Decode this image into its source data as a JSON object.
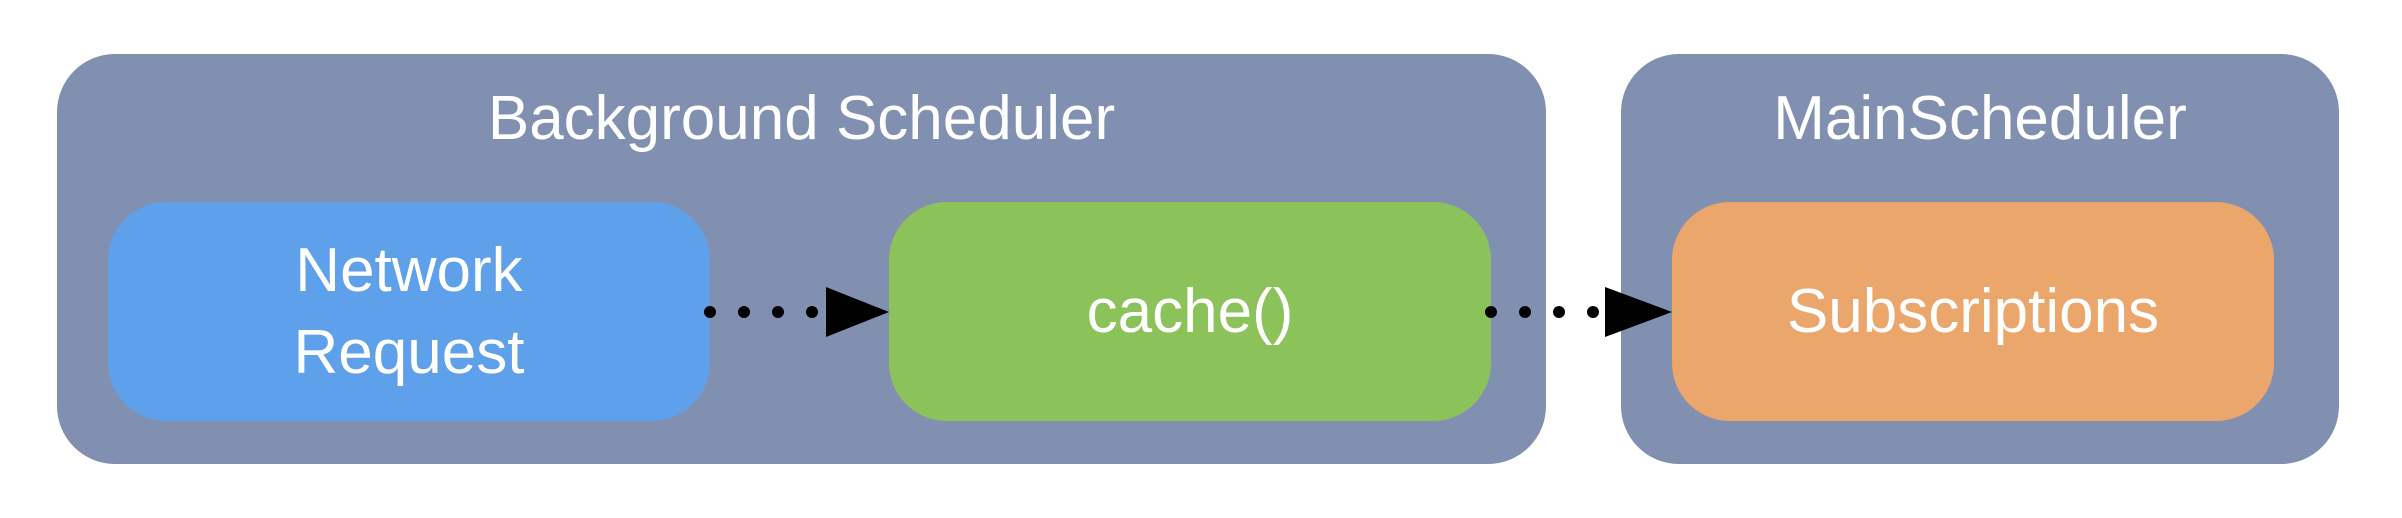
{
  "schedulers": [
    {
      "title": "Background Scheduler"
    },
    {
      "title": "MainScheduler"
    }
  ],
  "nodes": {
    "network": {
      "label": "Network\nRequest"
    },
    "cache": {
      "label": "cache()"
    },
    "subscriptions": {
      "label": "Subscriptions"
    }
  },
  "colors": {
    "scheduler_fill": "#8190B0",
    "network_fill": "#5FA0EA",
    "cache_fill": "#8BC25A",
    "subscriptions_fill": "#EBA66B",
    "text": "#ffffff",
    "connector": "#000000"
  },
  "edges": [
    {
      "from": "network",
      "to": "cache",
      "style": "dotted"
    },
    {
      "from": "cache",
      "to": "subscriptions",
      "style": "dotted"
    }
  ]
}
